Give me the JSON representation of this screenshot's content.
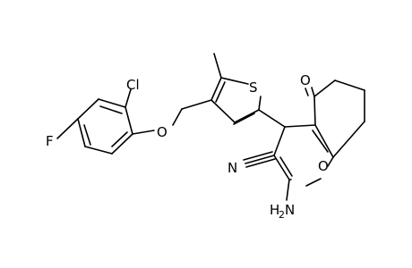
{
  "molecule": {
    "atoms": {
      "cl": "Cl",
      "f": "F",
      "o_ether": "O",
      "s_thiophene": "S",
      "o_ketone": "O",
      "n_nitrile": "N",
      "o_pyran": "O",
      "nh2_main": "H",
      "nh2_sub": "2",
      "nh2_n": "N"
    },
    "colors": {
      "bond": "#000000",
      "label": "#000000",
      "background": "#ffffff"
    }
  }
}
